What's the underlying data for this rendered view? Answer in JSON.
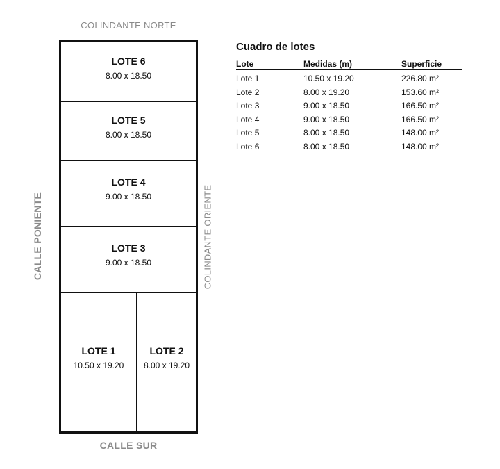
{
  "labels": {
    "north": "COLINDANTE NORTE",
    "south": "CALLE SUR",
    "west": "CALLE PONIENTE",
    "east": "COLINDANTE ORIENTE"
  },
  "lots": {
    "lote6": {
      "name": "LOTE 6",
      "dims": "8.00 x 18.50"
    },
    "lote5": {
      "name": "LOTE 5",
      "dims": "8.00 x 18.50"
    },
    "lote4": {
      "name": "LOTE 4",
      "dims": "9.00 x 18.50"
    },
    "lote3": {
      "name": "LOTE 3",
      "dims": "9.00 x 18.50"
    },
    "lote1": {
      "name": "LOTE 1",
      "dims": "10.50 x 19.20"
    },
    "lote2": {
      "name": "LOTE 2",
      "dims": "8.00 x 19.20"
    }
  },
  "table": {
    "title": "Cuadro de lotes",
    "headers": [
      "Lote",
      "Medidas (m)",
      "Superficie"
    ],
    "rows": [
      [
        "Lote 1",
        "10.50 x 19.20",
        "226.80 m²"
      ],
      [
        "Lote 2",
        "8.00 x 19.20",
        "153.60 m²"
      ],
      [
        "Lote 3",
        "9.00 x 18.50",
        "166.50 m²"
      ],
      [
        "Lote 4",
        "9.00 x 18.50",
        "166.50 m²"
      ],
      [
        "Lote 5",
        "8.00 x 18.50",
        "148.00 m²"
      ],
      [
        "Lote 6",
        "8.00 x 18.50",
        "148.00 m²"
      ]
    ]
  }
}
